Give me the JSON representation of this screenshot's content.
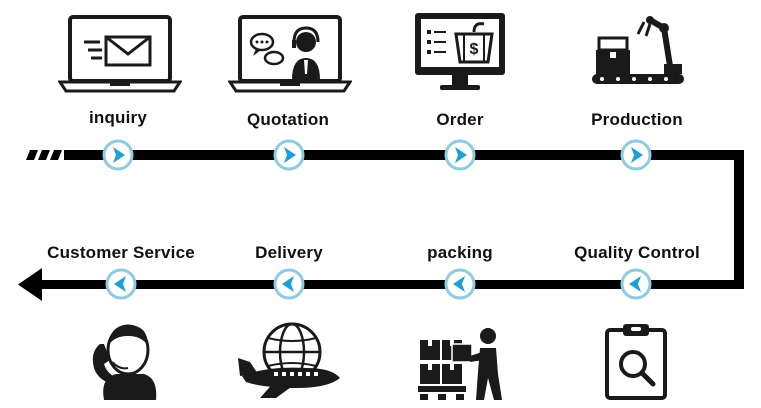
{
  "colors": {
    "line": "#000000",
    "node_ring": "#8ccbe0",
    "node_arrow": "#1f9fd3",
    "icon_dark": "#1a1a1a"
  },
  "top_row": {
    "steps": [
      {
        "label": "inquiry",
        "icon": "laptop-envelope-icon"
      },
      {
        "label": "Quotation",
        "icon": "laptop-support-agent-icon"
      },
      {
        "label": "Order",
        "icon": "monitor-shopping-cart-icon"
      },
      {
        "label": "Production",
        "icon": "robot-arm-conveyor-icon"
      }
    ]
  },
  "bottom_row": {
    "steps": [
      {
        "label": "Customer Service",
        "icon": "customer-service-phone-icon"
      },
      {
        "label": "Delivery",
        "icon": "airplane-globe-icon"
      },
      {
        "label": "packing",
        "icon": "worker-boxes-icon"
      },
      {
        "label": "Quality Control",
        "icon": "clipboard-magnifier-icon"
      }
    ]
  }
}
